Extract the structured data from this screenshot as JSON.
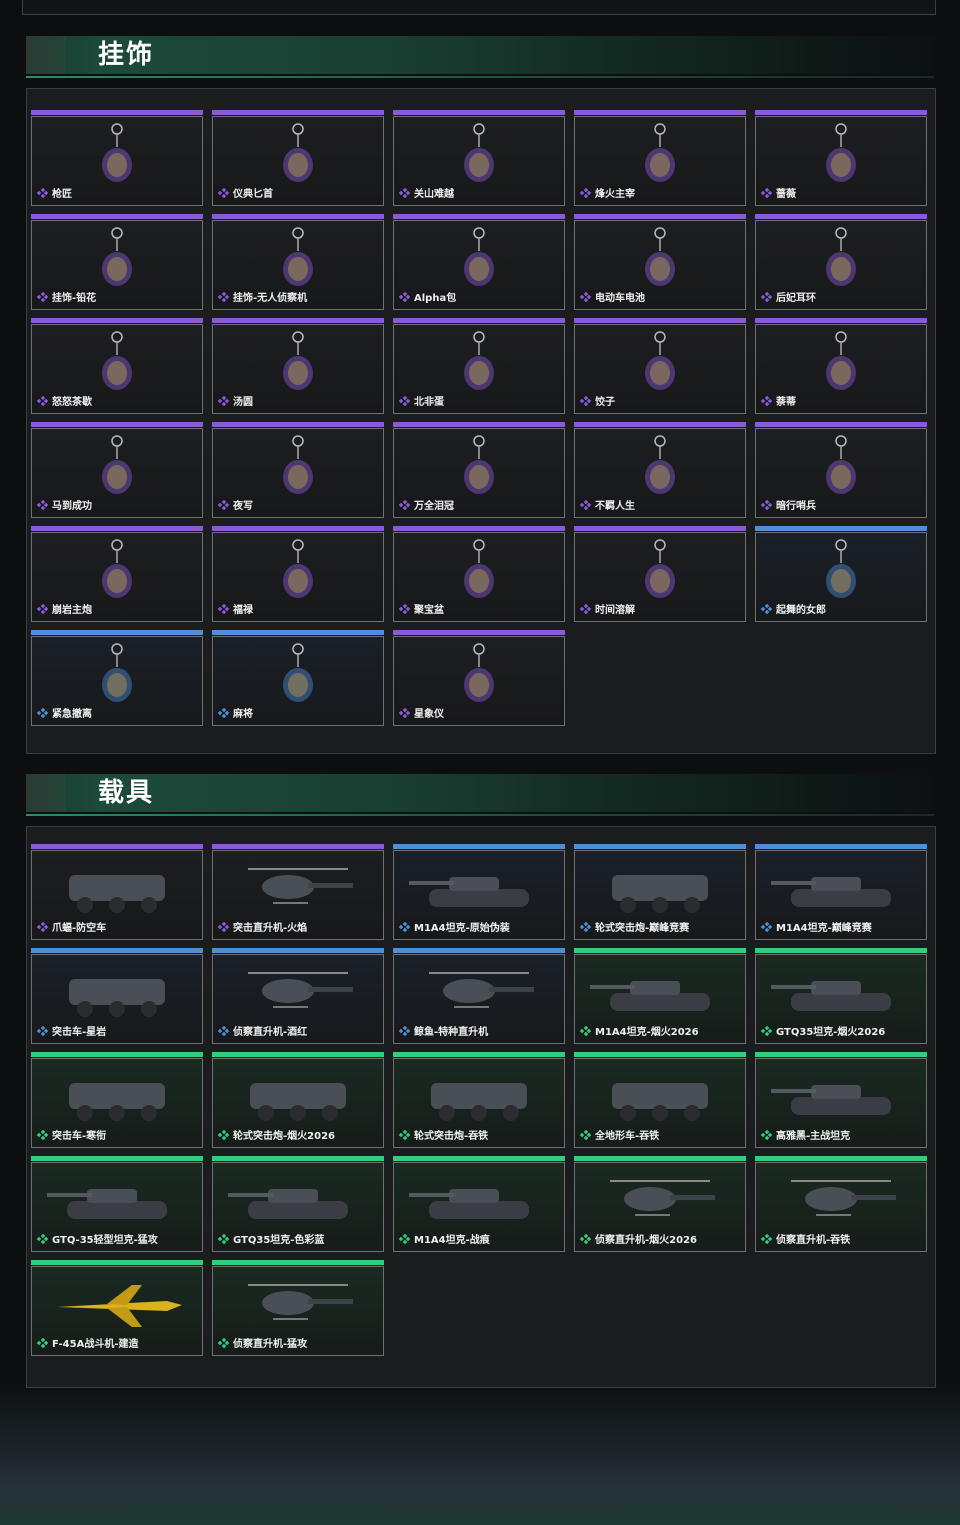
{
  "sections": {
    "pendants": {
      "title": "挂饰",
      "items": [
        {
          "label": "枪匠",
          "rarity": "purple",
          "icon": "pendant-icon"
        },
        {
          "label": "仪典匕首",
          "rarity": "purple",
          "icon": "pendant-icon"
        },
        {
          "label": "关山难越",
          "rarity": "purple",
          "icon": "pendant-icon"
        },
        {
          "label": "烽火主宰",
          "rarity": "purple",
          "icon": "pendant-icon"
        },
        {
          "label": "蔷薇",
          "rarity": "purple",
          "icon": "pendant-icon"
        },
        {
          "label": "挂饰-铅花",
          "rarity": "purple",
          "icon": "pendant-icon"
        },
        {
          "label": "挂饰-无人侦察机",
          "rarity": "purple",
          "icon": "pendant-icon"
        },
        {
          "label": "Alpha包",
          "rarity": "purple",
          "icon": "pendant-icon"
        },
        {
          "label": "电动车电池",
          "rarity": "purple",
          "icon": "pendant-icon"
        },
        {
          "label": "后妃耳环",
          "rarity": "purple",
          "icon": "pendant-icon"
        },
        {
          "label": "怒怒茶歇",
          "rarity": "purple",
          "icon": "pendant-icon"
        },
        {
          "label": "汤圆",
          "rarity": "purple",
          "icon": "pendant-icon"
        },
        {
          "label": "北非蛋",
          "rarity": "purple",
          "icon": "pendant-icon"
        },
        {
          "label": "饺子",
          "rarity": "purple",
          "icon": "pendant-icon"
        },
        {
          "label": "萘蒂",
          "rarity": "purple",
          "icon": "pendant-icon"
        },
        {
          "label": "马到成功",
          "rarity": "purple",
          "icon": "pendant-icon"
        },
        {
          "label": "夜写",
          "rarity": "purple",
          "icon": "pendant-icon"
        },
        {
          "label": "万全泪冠",
          "rarity": "purple",
          "icon": "pendant-icon"
        },
        {
          "label": "不羁人生",
          "rarity": "purple",
          "icon": "pendant-icon"
        },
        {
          "label": "暗行哨兵",
          "rarity": "purple",
          "icon": "pendant-icon"
        },
        {
          "label": "崩岩主炮",
          "rarity": "purple",
          "icon": "pendant-icon"
        },
        {
          "label": "福禄",
          "rarity": "purple",
          "icon": "pendant-icon"
        },
        {
          "label": "聚宝盆",
          "rarity": "purple",
          "icon": "pendant-icon"
        },
        {
          "label": "时间溶解",
          "rarity": "purple",
          "icon": "pendant-icon"
        },
        {
          "label": "起舞的女郎",
          "rarity": "blue",
          "icon": "pendant-icon"
        },
        {
          "label": "紧急撤离",
          "rarity": "blue",
          "icon": "pendant-icon"
        },
        {
          "label": "麻将",
          "rarity": "blue",
          "icon": "pendant-icon"
        },
        {
          "label": "星象仪",
          "rarity": "purple",
          "icon": "pendant-icon"
        }
      ]
    },
    "vehicles": {
      "title": "载具",
      "items": [
        {
          "label": "爪蝠-防空车",
          "rarity": "purple",
          "icon": "vehicle-icon"
        },
        {
          "label": "突击直升机-火焰",
          "rarity": "purple",
          "icon": "helicopter-icon"
        },
        {
          "label": "M1A4坦克-原始伪装",
          "rarity": "blue",
          "icon": "tank-icon"
        },
        {
          "label": "轮式突击炮-巅峰竞赛",
          "rarity": "blue",
          "icon": "vehicle-icon"
        },
        {
          "label": "M1A4坦克-巅峰竞赛",
          "rarity": "blue",
          "icon": "tank-icon"
        },
        {
          "label": "突击车-星岩",
          "rarity": "blue",
          "icon": "vehicle-icon"
        },
        {
          "label": "侦察直升机-酒红",
          "rarity": "blue",
          "icon": "helicopter-icon"
        },
        {
          "label": "鲸鱼-特种直升机",
          "rarity": "blue",
          "icon": "helicopter-icon"
        },
        {
          "label": "M1A4坦克-烟火2026",
          "rarity": "green",
          "icon": "tank-icon"
        },
        {
          "label": "GTQ35坦克-烟火2026",
          "rarity": "green",
          "icon": "tank-icon"
        },
        {
          "label": "突击车-寒衔",
          "rarity": "green",
          "icon": "vehicle-icon"
        },
        {
          "label": "轮式突击炮-烟火2026",
          "rarity": "green",
          "icon": "vehicle-icon"
        },
        {
          "label": "轮式突击炮-吞铁",
          "rarity": "green",
          "icon": "vehicle-icon"
        },
        {
          "label": "全地形车-吞铁",
          "rarity": "green",
          "icon": "vehicle-icon"
        },
        {
          "label": "高雅黑-主战坦克",
          "rarity": "green",
          "icon": "tank-icon"
        },
        {
          "label": "GTQ-35轻型坦克-猛攻",
          "rarity": "green",
          "icon": "tank-icon"
        },
        {
          "label": "GTQ35坦克-色彩蓝",
          "rarity": "green",
          "icon": "tank-icon"
        },
        {
          "label": "M1A4坦克-战痕",
          "rarity": "green",
          "icon": "tank-icon"
        },
        {
          "label": "侦察直升机-烟火2026",
          "rarity": "green",
          "icon": "helicopter-icon"
        },
        {
          "label": "侦察直升机-吞铁",
          "rarity": "green",
          "icon": "helicopter-icon"
        },
        {
          "label": "F-45A战斗机-建造",
          "rarity": "green",
          "icon": "jet-icon"
        },
        {
          "label": "侦察直升机-猛攻",
          "rarity": "green",
          "icon": "helicopter-icon"
        }
      ]
    }
  },
  "colors": {
    "purple": "#8b5ad6",
    "blue": "#4f8fd8",
    "green": "#2fcf7e"
  }
}
